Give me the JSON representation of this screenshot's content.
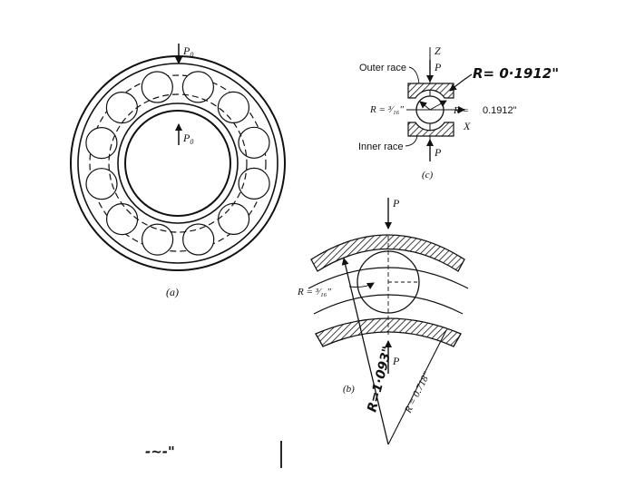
{
  "figure_a": {
    "load_top": "P",
    "load_top_sub": "0",
    "load_inner": "P",
    "load_inner_sub": "0",
    "caption": "(a)"
  },
  "figure_b": {
    "load_top": "P",
    "load_bottom": "P",
    "ball_radius_label": "R = ³⁄₁₆\"",
    "outer_radius_label": "R=1·093\"",
    "inner_radius_label": "R = 0.718\"",
    "caption": "(b)"
  },
  "figure_c": {
    "axis_z": "Z",
    "axis_x": "X",
    "load_top": "P",
    "load_bottom": "P",
    "outer_race_label": "Outer race",
    "inner_race_label": "Inner race",
    "ball_radius_label": "R = ³⁄₁₆\"",
    "groove_radius_label": "R =",
    "groove_radius_value": "0.1912\"",
    "groove_radius_handwritten": "R= 0·1912\"",
    "caption": "(c)"
  },
  "stray_mark": "-~-\""
}
